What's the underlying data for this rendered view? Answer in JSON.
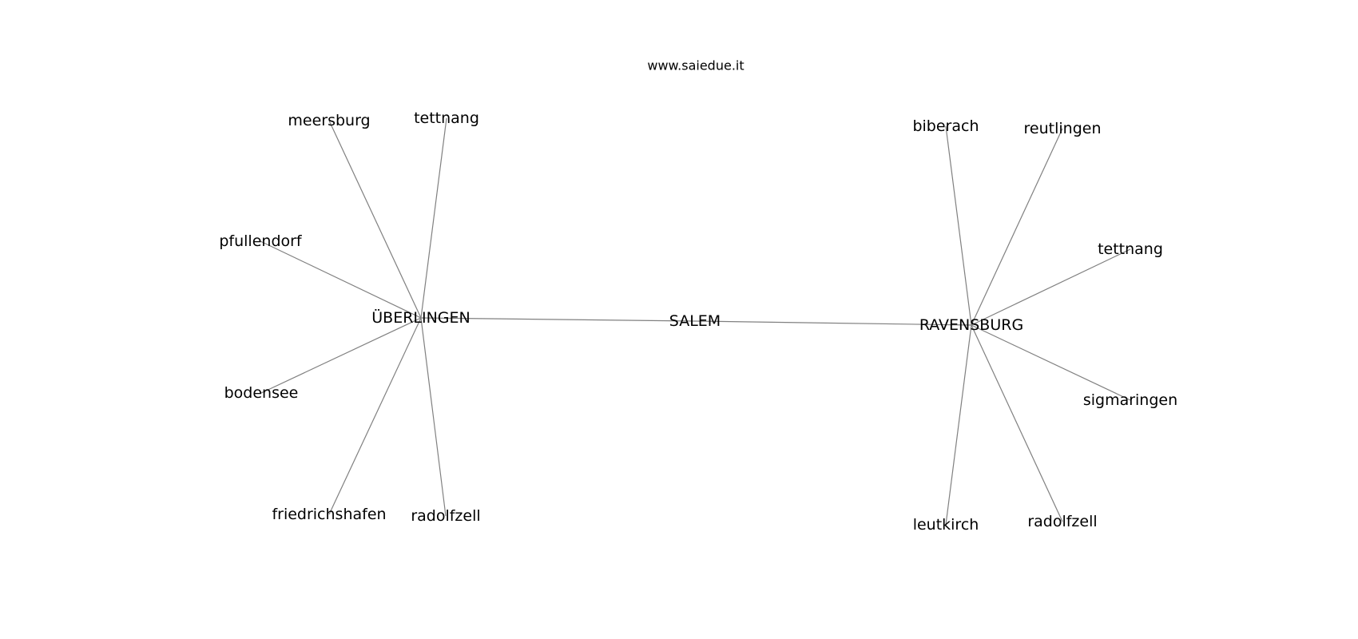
{
  "credit": "www.saiedue.it",
  "center": "SALEM",
  "hubs": [
    {
      "name": "ÜBERLINGEN",
      "leaves": [
        "meersburg",
        "tettnang",
        "pfullendorf",
        "bodensee",
        "friedrichshafen",
        "radolfzell"
      ]
    },
    {
      "name": "RAVENSBURG",
      "leaves": [
        "biberach",
        "reutlingen",
        "tettnang",
        "sigmaringen",
        "leutkirch",
        "radolfzell"
      ]
    }
  ],
  "colors": {
    "edge": "#808080",
    "text": "#000000",
    "background": "#ffffff"
  }
}
